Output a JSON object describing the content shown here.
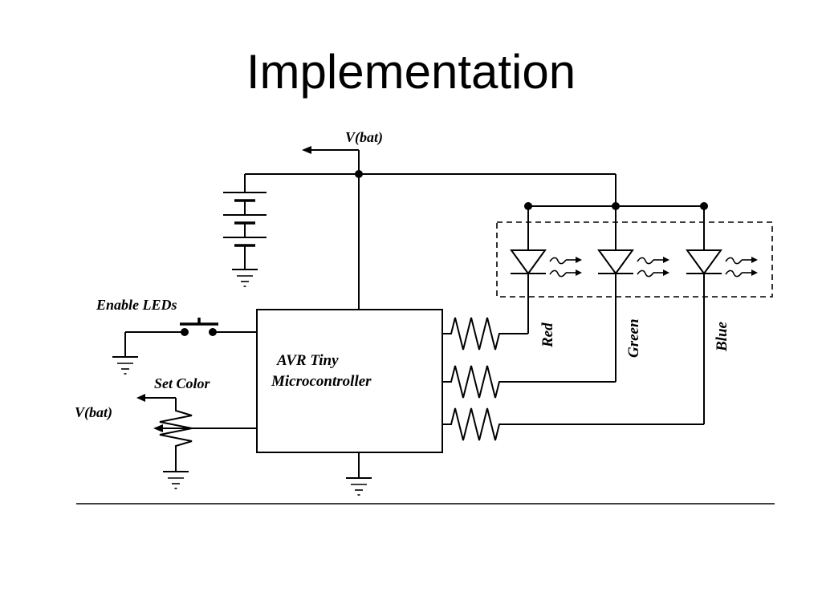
{
  "slide": {
    "title": "Implementation"
  },
  "schematic": {
    "labels": {
      "vbat_top": "V(bat)",
      "vbat_left": "V(bat)",
      "enable": "Enable LEDs",
      "set_color": "Set Color",
      "mcu_line1": "AVR Tiny",
      "mcu_line2": "Microcontroller",
      "red": "Red",
      "green": "Green",
      "blue": "Blue"
    }
  }
}
